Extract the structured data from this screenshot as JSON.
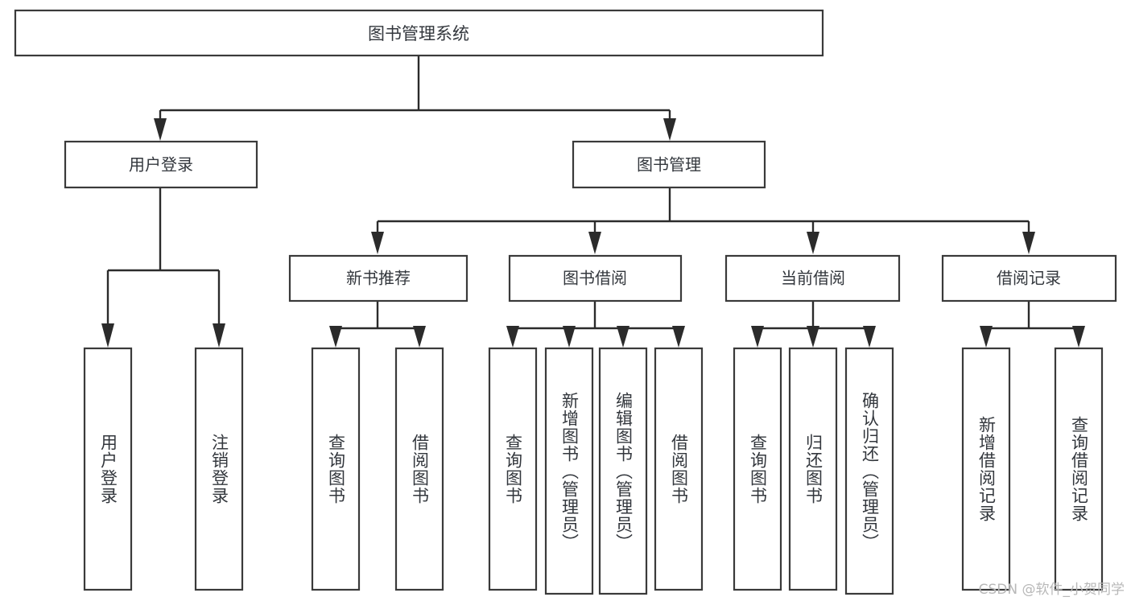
{
  "diagram": {
    "type": "tree-hierarchy",
    "title": "图书管理系统",
    "watermark": "CSDN @软件_小贺同学",
    "colors": {
      "background": "#ffffff",
      "box_stroke": "#3a3a3a",
      "connector": "#2b2b2b",
      "text": "#33373d",
      "watermark": "#b8b8b8"
    },
    "root": {
      "id": "root",
      "label": "图书管理系统",
      "orientation": "horizontal"
    },
    "level2": [
      {
        "id": "user-login",
        "label": "用户登录",
        "orientation": "horizontal"
      },
      {
        "id": "book-manage",
        "label": "图书管理",
        "orientation": "horizontal"
      }
    ],
    "level3": [
      {
        "id": "new-book-recommend",
        "label": "新书推荐",
        "parent": "book-manage",
        "orientation": "horizontal"
      },
      {
        "id": "book-borrow",
        "label": "图书借阅",
        "parent": "book-manage",
        "orientation": "horizontal"
      },
      {
        "id": "current-borrow",
        "label": "当前借阅",
        "parent": "book-manage",
        "orientation": "horizontal"
      },
      {
        "id": "borrow-record",
        "label": "借阅记录",
        "parent": "book-manage",
        "orientation": "horizontal"
      }
    ],
    "leaves": [
      {
        "id": "leaf-user-login",
        "label": "用户登录",
        "parent": "user-login",
        "orientation": "vertical"
      },
      {
        "id": "leaf-user-logout",
        "label": "注销登录",
        "parent": "user-login",
        "orientation": "vertical"
      },
      {
        "id": "leaf-query-book-1",
        "label": "查询图书",
        "parent": "new-book-recommend",
        "orientation": "vertical"
      },
      {
        "id": "leaf-borrow-book-1",
        "label": "借阅图书",
        "parent": "new-book-recommend",
        "orientation": "vertical"
      },
      {
        "id": "leaf-query-book-2",
        "label": "查询图书",
        "parent": "book-borrow",
        "orientation": "vertical"
      },
      {
        "id": "leaf-add-book",
        "label": "新增图书（管理员）",
        "parent": "book-borrow",
        "orientation": "vertical"
      },
      {
        "id": "leaf-edit-book",
        "label": "编辑图书（管理员）",
        "parent": "book-borrow",
        "orientation": "vertical"
      },
      {
        "id": "leaf-borrow-book-2",
        "label": "借阅图书",
        "parent": "book-borrow",
        "orientation": "vertical"
      },
      {
        "id": "leaf-query-book-3",
        "label": "查询图书",
        "parent": "current-borrow",
        "orientation": "vertical"
      },
      {
        "id": "leaf-return-book",
        "label": "归还图书",
        "parent": "current-borrow",
        "orientation": "vertical"
      },
      {
        "id": "leaf-confirm-return",
        "label": "确认归还（管理员）",
        "parent": "current-borrow",
        "orientation": "vertical"
      },
      {
        "id": "leaf-add-record",
        "label": "新增借阅记录",
        "parent": "borrow-record",
        "orientation": "vertical"
      },
      {
        "id": "leaf-query-record",
        "label": "查询借阅记录",
        "parent": "borrow-record",
        "orientation": "vertical"
      }
    ]
  }
}
